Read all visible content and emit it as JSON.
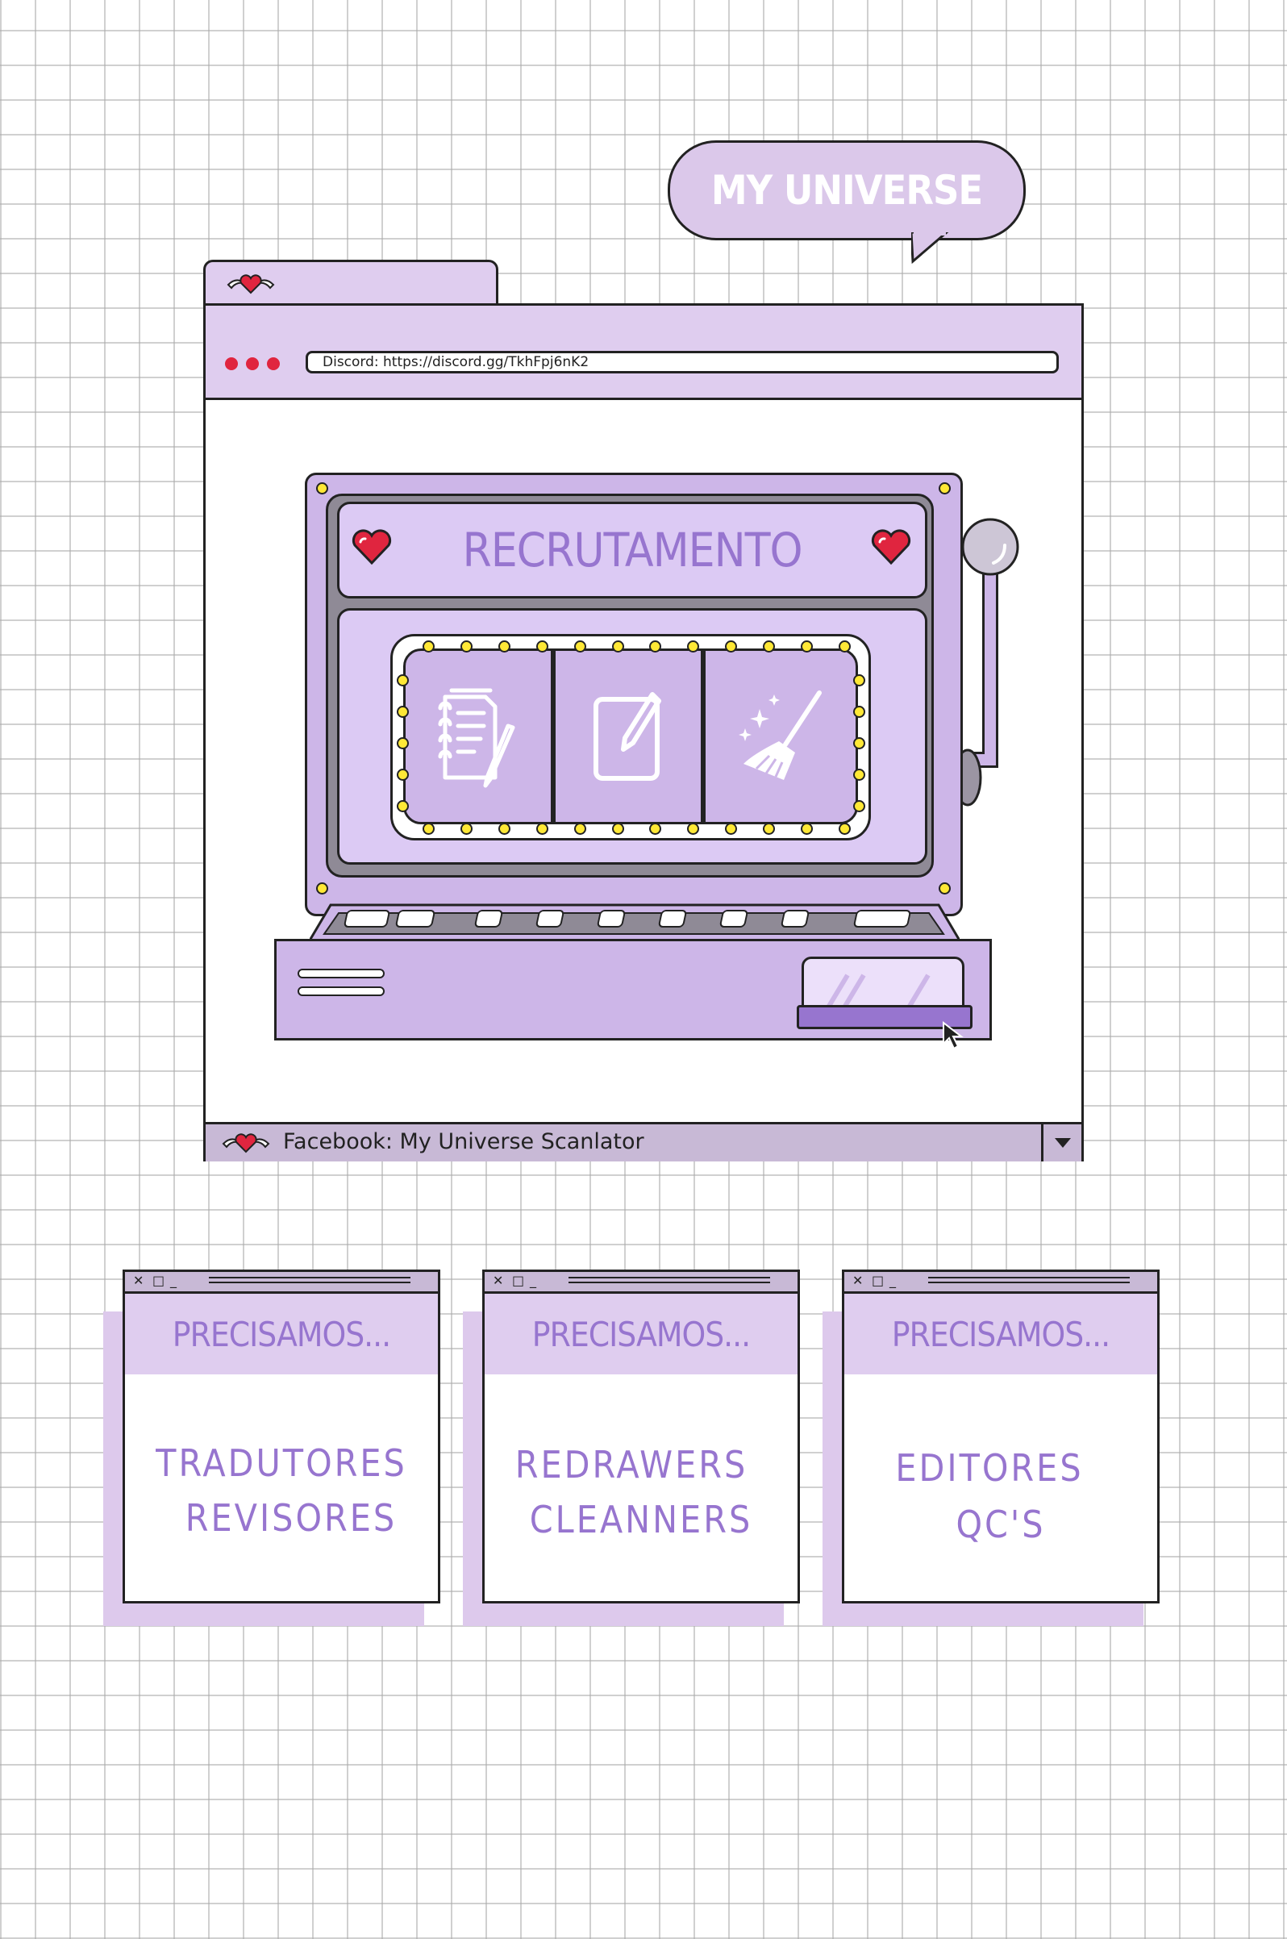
{
  "bubble": {
    "text": "MY UNIVERSE"
  },
  "browser": {
    "url_text": "Discord: https://discord.gg/TkhFpj6nK2",
    "footer_text": "Facebook: My Universe Scanlator"
  },
  "slot_machine": {
    "title": "RECRUTAMENTO",
    "reels": [
      "document-pen-icon",
      "edit-square-icon",
      "sparkle-broom-icon"
    ]
  },
  "cards": [
    {
      "heading": "PRECISAMOS...",
      "line1": "TRADUTORES",
      "line2": "REVISORES"
    },
    {
      "heading": "PRECISAMOS...",
      "line1": "REDRAWERS",
      "line2": "CLEANNERS"
    },
    {
      "heading": "PRECISAMOS...",
      "line1": "EDITORES",
      "line2": "QC'S"
    }
  ],
  "colors": {
    "lavender": "#dfcdef",
    "purple_text": "#9775cf",
    "heart_red": "#e0253f",
    "bulb_yellow": "#ffe836"
  }
}
